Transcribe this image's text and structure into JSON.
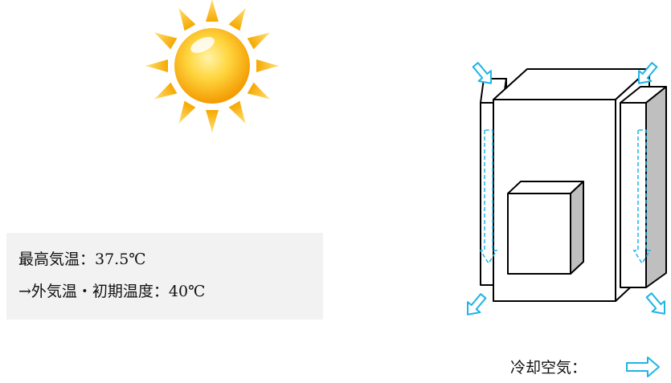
{
  "info": {
    "line1": "最高気温：37.5℃",
    "line2": "→外気温・初期温度：40℃"
  },
  "legend": {
    "label": "冷却空気："
  },
  "colors": {
    "airflow": "#1fb4e6",
    "sun_outer": "#f6a800",
    "sun_inner": "#ffe066",
    "ray": "#ffc41a",
    "box_side": "#bfbfbf",
    "box_fill": "#ffffff",
    "stroke": "#000000",
    "info_bg": "#f2f2f2"
  },
  "icons": {
    "sun": "sun-icon",
    "airflow_arrow": "airflow-arrow-icon"
  }
}
